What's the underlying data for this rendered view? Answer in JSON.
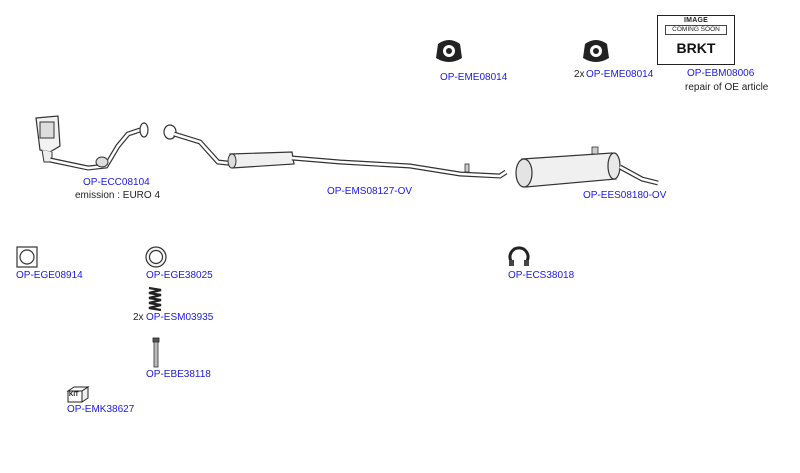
{
  "parts": {
    "ecc": {
      "code": "OP-ECC08104",
      "note": "emission : EURO 4"
    },
    "ems": {
      "code": "OP-EMS08127-OV"
    },
    "ees": {
      "code": "OP-EES08180-OV"
    },
    "eme1": {
      "code": "OP-EME08014"
    },
    "eme2": {
      "qty": "2x",
      "code": "OP-EME08014"
    },
    "ebm": {
      "code": "OP-EBM08006",
      "note": "repair of OE article",
      "image_title": "IMAGE",
      "image_sub": "COMING SOON",
      "image_label": "BRKT"
    },
    "ege1": {
      "code": "OP-EGE08914"
    },
    "ege2": {
      "code": "OP-EGE38025"
    },
    "esm": {
      "qty": "2x",
      "code": "OP-ESM03935"
    },
    "ebe": {
      "code": "OP-EBE38118"
    },
    "emk": {
      "code": "OP-EMK38627",
      "kit_label": "KIT"
    },
    "ecs": {
      "code": "OP-ECS38018"
    }
  },
  "colors": {
    "link": "#1a1adf",
    "line": "#333333",
    "text": "#222222"
  }
}
